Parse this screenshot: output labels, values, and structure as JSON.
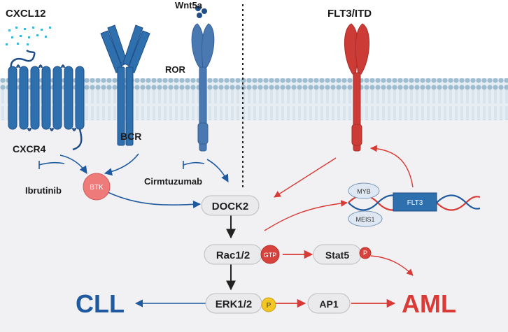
{
  "labels": {
    "cxcl12": "CXCL12",
    "wnt5a": "Wnt5a",
    "ror": "ROR",
    "flt3itd": "FLT3/ITD",
    "cxcr4": "CXCR4",
    "bcr": "BCR",
    "ibrutinib": "Ibrutinib",
    "cirmtuzumab": "Cirmtuzumab",
    "btk": "BTK",
    "dock2": "DOCK2",
    "rac": "Rac1/2",
    "gtp": "GTP",
    "stat5": "Stat5",
    "p_stat5": "P",
    "erk": "ERK1/2",
    "p_erk": "P",
    "ap1": "AP1",
    "cll": "CLL",
    "aml": "AML",
    "myb": "MYB",
    "meis1": "MEIS1",
    "flt3_gene": "FLT3"
  },
  "colors": {
    "cll_blue": "#1f5aa0",
    "aml_red": "#d93a35",
    "receptor_blue": "#2e6fae",
    "ror_blue": "#4a78b0",
    "flt3_red": "#cc3b36",
    "membrane": "#a9c4d6",
    "cytoplasm": "#f1f1f3",
    "btk_pink": "#ef7a7a",
    "gtp_red": "#d8423c",
    "p_yellow": "#f3c623"
  }
}
